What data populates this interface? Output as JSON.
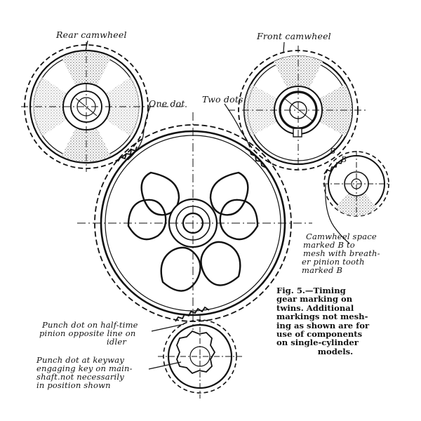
{
  "labels": {
    "rear_camwheel": "Rear camwheel",
    "front_camwheel": "Front camwheel",
    "one_dot": "One dot",
    "two_dots": "Two dots.",
    "camwheel_space": [
      "Camwheel space",
      "marked B to",
      "mesh with breath-",
      "er pinion tooth",
      "marked B"
    ],
    "mark_b_gear": "B",
    "mark_b_pinion": "B",
    "punch_dot_half_time": [
      "Punch dot on half-time",
      "pinion opposite line on",
      "idler"
    ],
    "punch_dot_keyway": [
      "Punch dot at keyway",
      "engaging key on main-",
      "shaft.not necessarily",
      "in position shown"
    ]
  },
  "caption": [
    "Fig. 5.—Timing",
    "gear marking on",
    "twins. Additional",
    "markings not mesh-",
    "ing as shown are for",
    "use of components",
    "on single-cylinder",
    "models."
  ],
  "colors": {
    "ink": "#111111",
    "paper": "#ffffff",
    "stipple": "#9a9a9a"
  }
}
